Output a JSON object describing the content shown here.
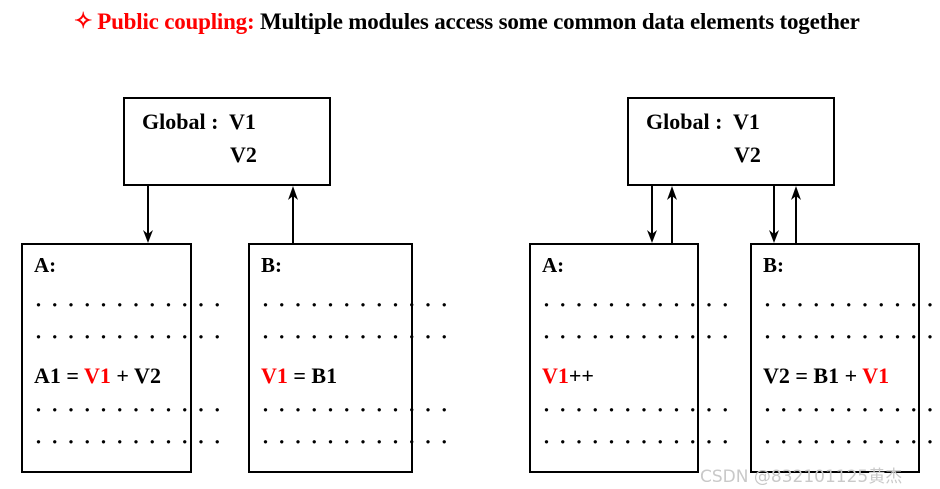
{
  "title": {
    "bullet_icon": "diamond-star-icon",
    "bullet_glyph": "✧",
    "term": "Public coupling:",
    "rest": " Multiple modules access some common data elements together",
    "term_color": "#ff0000",
    "rest_color": "#000000"
  },
  "diagrams": [
    {
      "name": "left",
      "global_box": {
        "line1": "Global :  V1",
        "line2": "V2"
      },
      "modules": [
        {
          "label": "A:",
          "dots": "· · · · · · · · · · · ·",
          "code_parts": [
            {
              "text": "A1 = ",
              "color": "#000000"
            },
            {
              "text": "V1",
              "color": "#ff0000"
            },
            {
              "text": " + V2",
              "color": "#000000"
            }
          ]
        },
        {
          "label": "B:",
          "dots": "· · · · · · · · · · · ·",
          "code_parts": [
            {
              "text": "V1",
              "color": "#ff0000"
            },
            {
              "text": " = B1",
              "color": "#000000"
            }
          ]
        }
      ],
      "arrows": [
        {
          "name": "arrow-global-to-a",
          "direction": "down"
        },
        {
          "name": "arrow-b-to-global",
          "direction": "up"
        }
      ]
    },
    {
      "name": "right",
      "global_box": {
        "line1": "Global :  V1",
        "line2": "V2"
      },
      "modules": [
        {
          "label": "A:",
          "dots": "· · · · · · · · · · · ·",
          "code_parts": [
            {
              "text": "V1",
              "color": "#ff0000"
            },
            {
              "text": "++",
              "color": "#000000"
            }
          ]
        },
        {
          "label": "B:",
          "dots": "· · · · · · · · · · · ·",
          "code_parts": [
            {
              "text": "V2 = B1 + ",
              "color": "#000000"
            },
            {
              "text": "V1",
              "color": "#ff0000"
            }
          ]
        }
      ],
      "arrows": [
        {
          "name": "arrow-global-to-a",
          "direction": "down"
        },
        {
          "name": "arrow-a-to-global",
          "direction": "up"
        },
        {
          "name": "arrow-global-to-b",
          "direction": "down"
        },
        {
          "name": "arrow-b-to-global",
          "direction": "up"
        }
      ]
    }
  ],
  "watermark": {
    "text": "CSDN @832101125黄杰",
    "color": "#c9c9c9"
  }
}
